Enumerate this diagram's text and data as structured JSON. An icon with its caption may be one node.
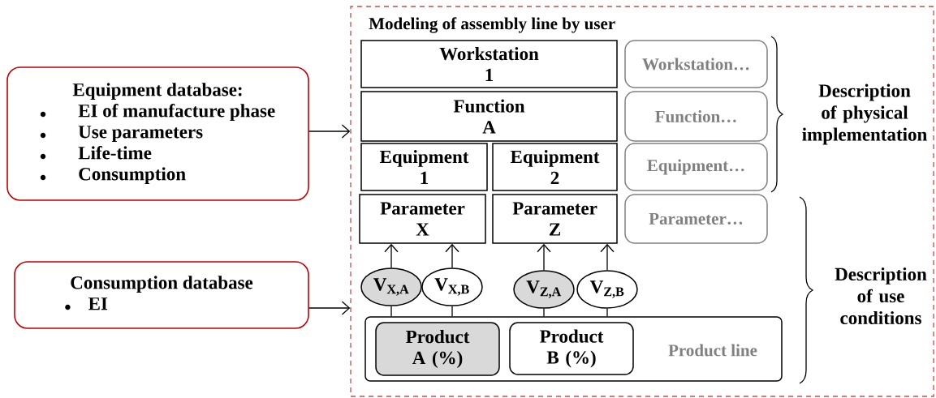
{
  "diagram": {
    "nodes": [
      {
        "text": [
          "Equipment database:",
          "EI of manufacture phase",
          "Use parameters",
          "Life-time",
          "Consumption"
        ]
      },
      {
        "text": [
          "Consumption database",
          "EI"
        ]
      },
      {
        "text": [
          "Modeling of assembly line by user"
        ]
      },
      {
        "text": [
          "Workstation 1"
        ],
        "in": 2
      },
      {
        "text": [
          "Workstation…"
        ],
        "in": 2
      },
      {
        "text": [
          "Function A"
        ],
        "in": 2
      },
      {
        "text": [
          "Function…"
        ],
        "in": 2
      },
      {
        "text": [
          "Equipment 1"
        ],
        "in": 2
      },
      {
        "text": [
          "Equipment 2"
        ],
        "in": 2
      },
      {
        "text": [
          "Equipment…"
        ],
        "in": 2
      },
      {
        "text": [
          "Parameter X"
        ],
        "in": 2
      },
      {
        "text": [
          "Parameter Z"
        ],
        "in": 2
      },
      {
        "text": [
          "Parameter…"
        ],
        "in": 2
      },
      {
        "text": [
          "V$_{X,A}$"
        ],
        "in": 2
      },
      {
        "text": [
          "V$_{X,B}$"
        ],
        "in": 2
      },
      {
        "text": [
          "V$_{Z,A}$"
        ],
        "in": 2
      },
      {
        "text": [
          "V$_{Z,B}$"
        ],
        "in": 2
      },
      {
        "text": [
          "Product line"
        ],
        "in": 2
      },
      {
        "text": [
          "Product A (%)"
        ],
        "in": 17
      },
      {
        "text": [
          "Product B (%)"
        ],
        "in": 17
      }
    ],
    "edges": [
      {
        "from": 0,
        "to": 2,
        "arrow": "to"
      },
      {
        "from": 1,
        "to": 2,
        "arrow": "to"
      },
      {
        "from": 13,
        "to": 10,
        "arrow": "to"
      },
      {
        "from": 14,
        "to": 10,
        "arrow": "to"
      },
      {
        "from": 15,
        "to": 11,
        "arrow": "to"
      },
      {
        "from": 16,
        "to": 11,
        "arrow": "to"
      },
      {
        "from": 13,
        "to": 17,
        "arrow": "none"
      },
      {
        "from": 14,
        "to": 17,
        "arrow": "none"
      },
      {
        "from": 15,
        "to": 17,
        "arrow": "none"
      },
      {
        "from": 16,
        "to": 17,
        "arrow": "none"
      }
    ],
    "labels": [
      "Description of physical implementation",
      "Description of use conditions"
    ]
  }
}
